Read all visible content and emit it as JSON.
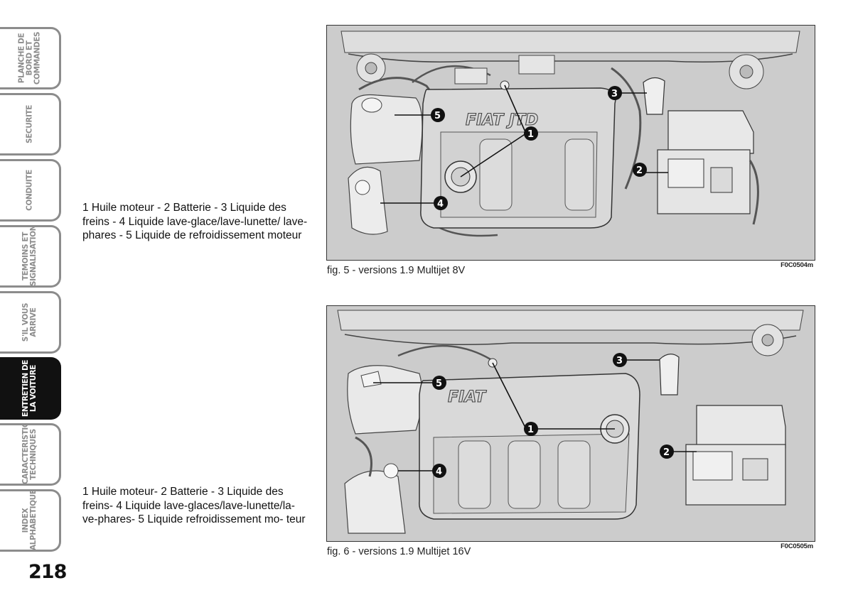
{
  "side_tabs": [
    {
      "label": "PLANCHE DE\nBORD ET\nCOMMANDES",
      "active": false
    },
    {
      "label": "SECURITE",
      "active": false
    },
    {
      "label": "CONDUITE",
      "active": false
    },
    {
      "label": "TEMOINS ET\nSIGNALISATIONS",
      "active": false
    },
    {
      "label": "S'IL VOUS\nARRIVE",
      "active": false
    },
    {
      "label": "ENTRETIEN DE\nLA VOITURE",
      "active": true
    },
    {
      "label": "CARACTERISTIQUES\nTECHNIQUES",
      "active": false
    },
    {
      "label": "INDEX\nALPHABETIQUE",
      "active": false
    }
  ],
  "page_number": "218",
  "figures": [
    {
      "legend": "1 Huile moteur - 2 Batterie - 3 Liquide des freins - 4 Liquide lave-glace/lave-lunette/ lave-phares - 5 Liquide de refroidissement moteur",
      "caption": "fig. 5 - versions 1.9 Multijet 8V",
      "code": "F0C0504m",
      "logo": "FIAT JTD",
      "callouts": [
        "1",
        "2",
        "3",
        "4",
        "5"
      ]
    },
    {
      "legend": "1 Huile moteur- 2 Batterie - 3 Liquide des freins- 4 Liquide lave-glaces/lave-lunette/la- ve-phares- 5 Liquide refroidissement mo- teur",
      "caption": "fig. 6 - versions 1.9 Multijet 16V",
      "code": "F0C0505m",
      "logo": "FIAT",
      "callouts": [
        "1",
        "2",
        "3",
        "4",
        "5"
      ]
    }
  ]
}
